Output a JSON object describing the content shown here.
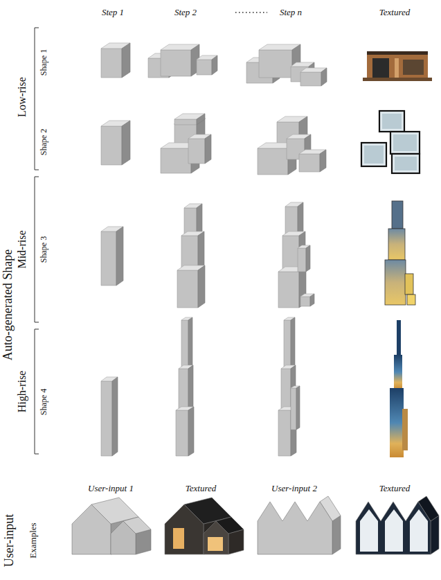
{
  "diagram": {
    "labels": [
      "Step 1",
      "Step 2",
      "Step n",
      "Textured",
      "Low-rise",
      "Shape 1",
      "Shape 2",
      "Auto-generated Shape",
      "Mid-rise",
      "Shape 3",
      "High-rise",
      "Shape 4",
      "User-input 1",
      "Textured",
      "User-input 2",
      "Textured",
      "User-input",
      "Examples"
    ]
  }
}
